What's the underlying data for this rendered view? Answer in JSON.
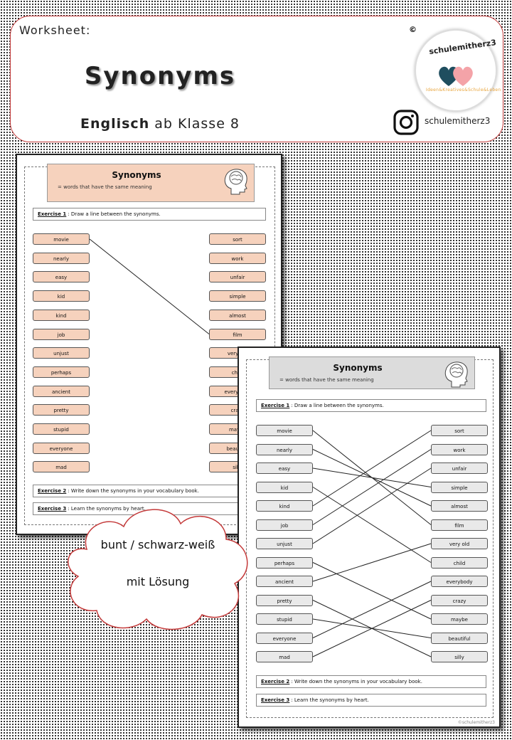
{
  "header": {
    "worksheet_label": "Worksheet:",
    "title": "Synonyms",
    "subtitle_bold": "Englisch",
    "subtitle_rest": "ab Klasse 8",
    "logo_copyright": "©",
    "logo_text": "schulemitherz3",
    "logo_tagline": "Ideen&Kreatives&Schule&Leben",
    "instagram_handle": "schulemitherz3"
  },
  "colors": {
    "border_red": "#c43a3a",
    "peach": "#f6d2bd",
    "grey": "#e9e9e9",
    "heart_teal": "#1f4e5f",
    "heart_pink": "#f4a3a8"
  },
  "worksheet": {
    "title": "Synonyms",
    "definition": "= words that have the same meaning",
    "exercise1_label": "Exercise 1",
    "exercise1_text": ": Draw a line between the synonyms.",
    "exercise2_label": "Exercise 2",
    "exercise2_text": ": Write down the synonyms in your vocabulary book.",
    "exercise3_label": "Exercise 3",
    "exercise3_text": ": Learn the synonyms by heart.",
    "left_words": [
      "movie",
      "nearly",
      "easy",
      "kid",
      "kind",
      "job",
      "unjust",
      "perhaps",
      "ancient",
      "pretty",
      "stupid",
      "everyone",
      "mad"
    ],
    "right_words": [
      "sort",
      "work",
      "unfair",
      "simple",
      "almost",
      "film",
      "very old",
      "child",
      "everybody",
      "crazy",
      "maybe",
      "beautiful",
      "silly"
    ],
    "copyright": "©schulemitherz3"
  },
  "cloud": {
    "line1": "bunt / schwarz-weiß",
    "line2": "mit Lösung"
  }
}
